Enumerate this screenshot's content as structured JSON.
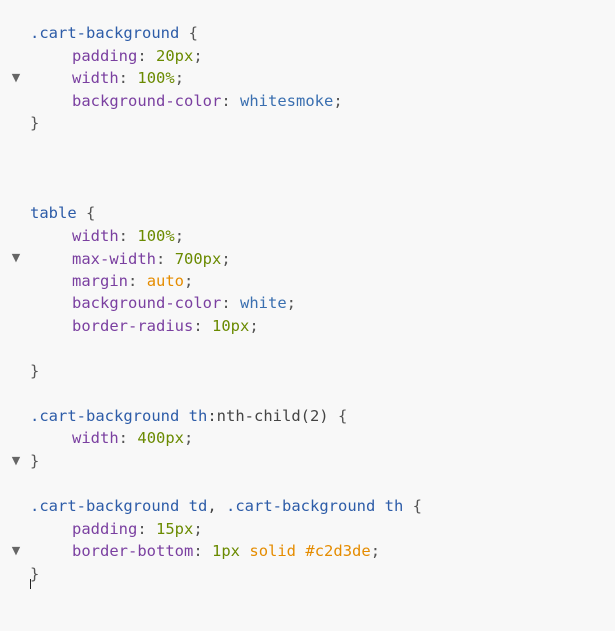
{
  "editor": {
    "blocks": [
      {
        "selector": ".cart-background",
        "open": " {",
        "decls": [
          {
            "prop": "padding",
            "value": "20px",
            "type": "num"
          },
          {
            "prop": "width",
            "value": "100%",
            "type": "num"
          },
          {
            "prop": "background-color",
            "value": "whitesmoke",
            "type": "val"
          }
        ],
        "close": "}"
      },
      {
        "selector": "table",
        "open": " {",
        "decls": [
          {
            "prop": "width",
            "value": "100%",
            "type": "num"
          },
          {
            "prop": "max-width",
            "value": "700px",
            "type": "num"
          },
          {
            "prop": "margin",
            "value": "auto",
            "type": "kw"
          },
          {
            "prop": "background-color",
            "value": "white",
            "type": "val"
          },
          {
            "prop": "border-radius",
            "value": "10px",
            "type": "num"
          }
        ],
        "close": "}"
      },
      {
        "selector_parts": [
          ".cart-background",
          " ",
          "th",
          ":nth-child(2)"
        ],
        "open": " {",
        "decls": [
          {
            "prop": "width",
            "value": "400px",
            "type": "num"
          }
        ],
        "close": "}"
      },
      {
        "selector_parts": [
          ".cart-background",
          " ",
          "td",
          ", ",
          ".cart-background",
          " ",
          "th"
        ],
        "open": " {",
        "decls": [
          {
            "prop": "padding",
            "value": "15px",
            "type": "num"
          },
          {
            "prop": "border-bottom",
            "value_parts": [
              "1px",
              " ",
              "solid",
              " ",
              "#c2d3de"
            ],
            "type": "mixed"
          }
        ],
        "close": "}"
      }
    ],
    "fold_glyph": "▼",
    "colon": ":",
    "semicolon": ";"
  },
  "colors": {
    "selector": "#2d5ca8",
    "property": "#7a3fa0",
    "number": "#6a8a00",
    "keyword": "#e58c00",
    "value": "#3a6fb0",
    "background": "#f8f8f8"
  }
}
